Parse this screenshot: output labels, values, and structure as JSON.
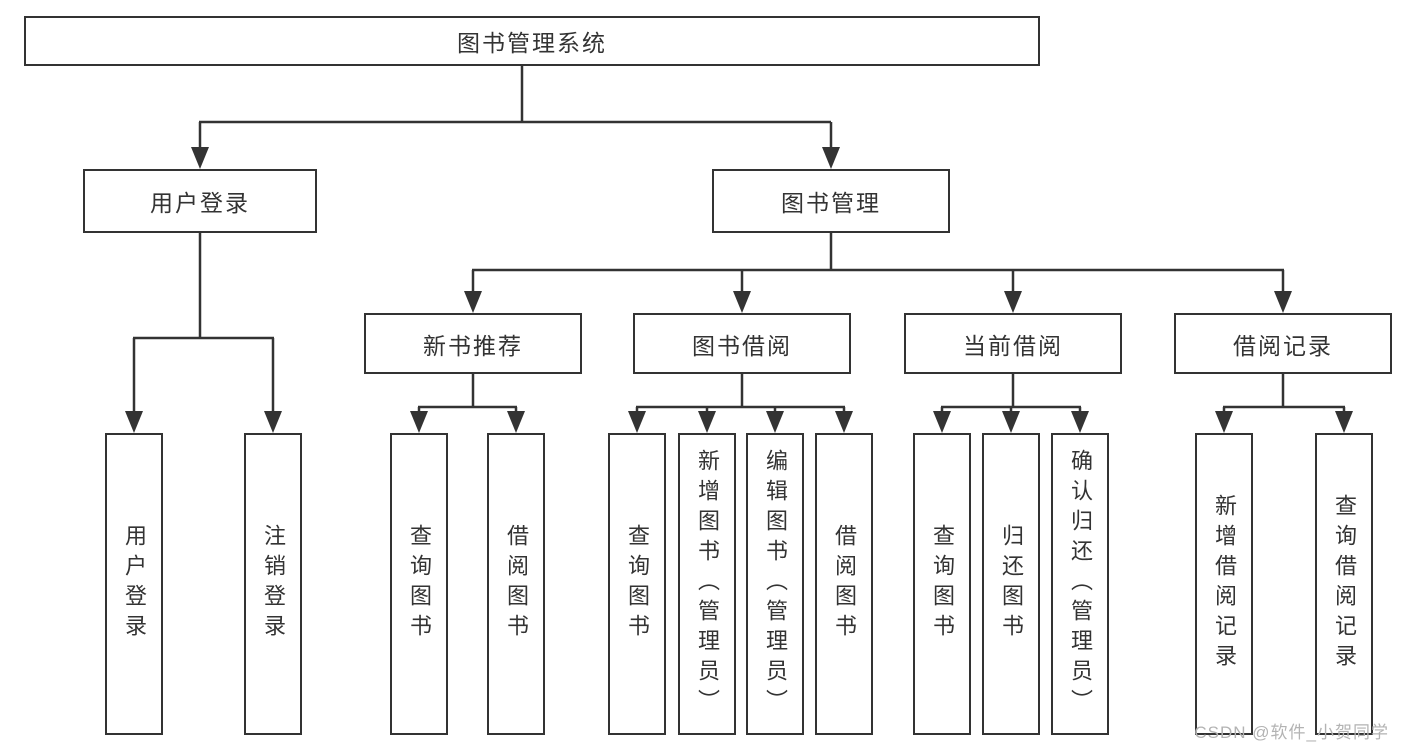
{
  "diagram": {
    "tree": {
      "root": {
        "label": "图书管理系统"
      },
      "branches": [
        {
          "label": "用户登录",
          "leaves": [
            "用户登录",
            "注销登录"
          ]
        },
        {
          "label": "图书管理",
          "children": [
            {
              "label": "新书推荐",
              "leaves": [
                "查询图书",
                "借阅图书"
              ]
            },
            {
              "label": "图书借阅",
              "leaves": [
                "查询图书",
                "新增图书（管理员）",
                "编辑图书（管理员）",
                "借阅图书"
              ]
            },
            {
              "label": "当前借阅",
              "leaves": [
                "查询图书",
                "归还图书",
                "确认归还（管理员）"
              ]
            },
            {
              "label": "借阅记录",
              "leaves": [
                "新增借阅记录",
                "查询借阅记录"
              ]
            }
          ]
        }
      ]
    }
  },
  "watermark": {
    "text": "CSDN @软件_小贺同学"
  },
  "colors": {
    "line": "#333333",
    "box_border": "#333333",
    "box_fill": "#ffffff",
    "text": "#333333",
    "watermark": "#b3b3b3",
    "background": "#ffffff"
  }
}
